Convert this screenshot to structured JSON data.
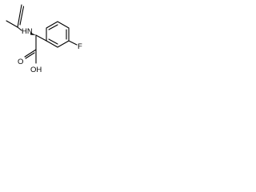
{
  "molecule": {
    "atoms": {
      "amide_nh": "HN",
      "ring_fluorine": "F",
      "acid_oxygen": "O",
      "acid_hydroxyl": "OH"
    },
    "colors": {
      "bond": "#000000",
      "label": "#000000",
      "background": "#ffffff"
    }
  }
}
